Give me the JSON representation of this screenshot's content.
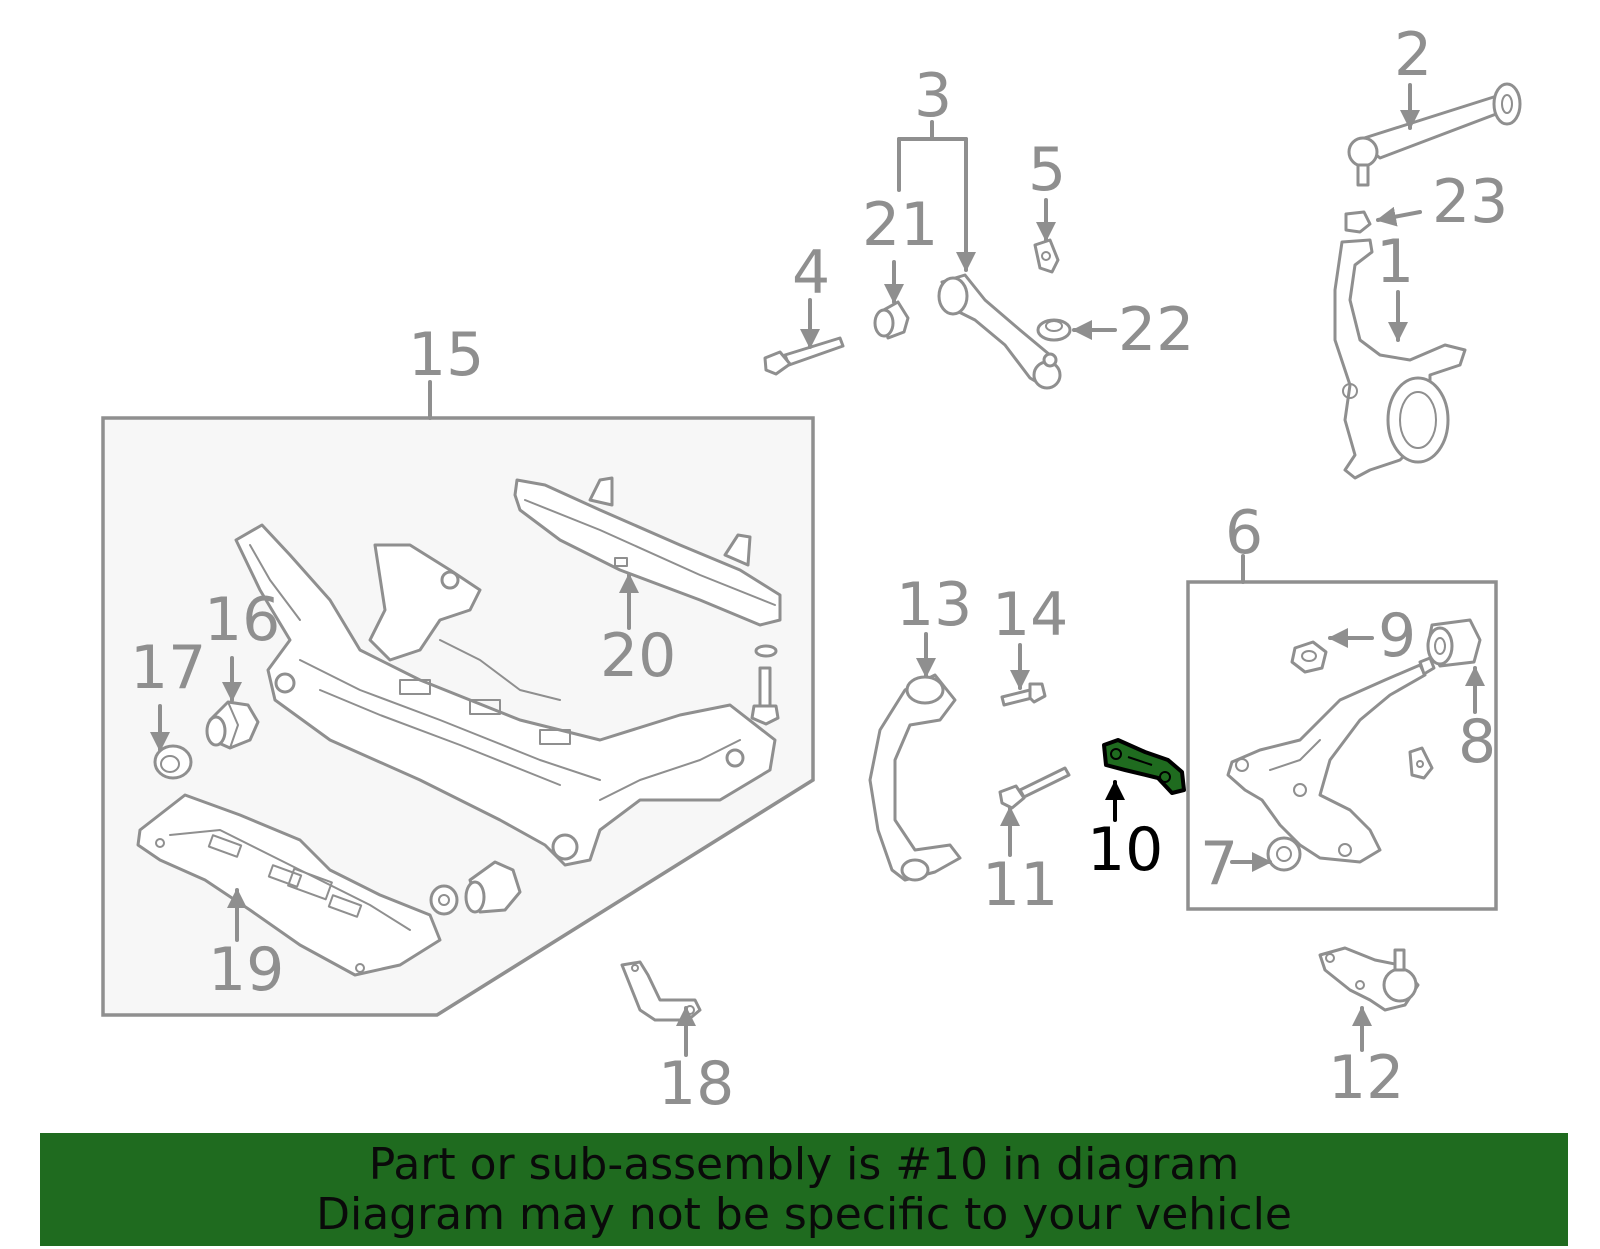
{
  "callouts": {
    "c1": "1",
    "c2": "2",
    "c3": "3",
    "c4": "4",
    "c5": "5",
    "c6": "6",
    "c7": "7",
    "c8": "8",
    "c9": "9",
    "c10": "10",
    "c11": "11",
    "c12": "12",
    "c13": "13",
    "c14": "14",
    "c15": "15",
    "c16": "16",
    "c17": "17",
    "c18": "18",
    "c19": "19",
    "c20": "20",
    "c21": "21",
    "c22": "22",
    "c23": "23"
  },
  "highlighted_part": "10",
  "colors": {
    "line": "#8f8f8f",
    "highlight": "#000000",
    "highlight_fill": "#1f6b1f",
    "banner_bg": "#1f6b1f",
    "box_fill": "#f7f7f7"
  },
  "banner": {
    "line1": "Part or sub-assembly is #10 in diagram",
    "line2": "Diagram may not be specific to your vehicle"
  }
}
